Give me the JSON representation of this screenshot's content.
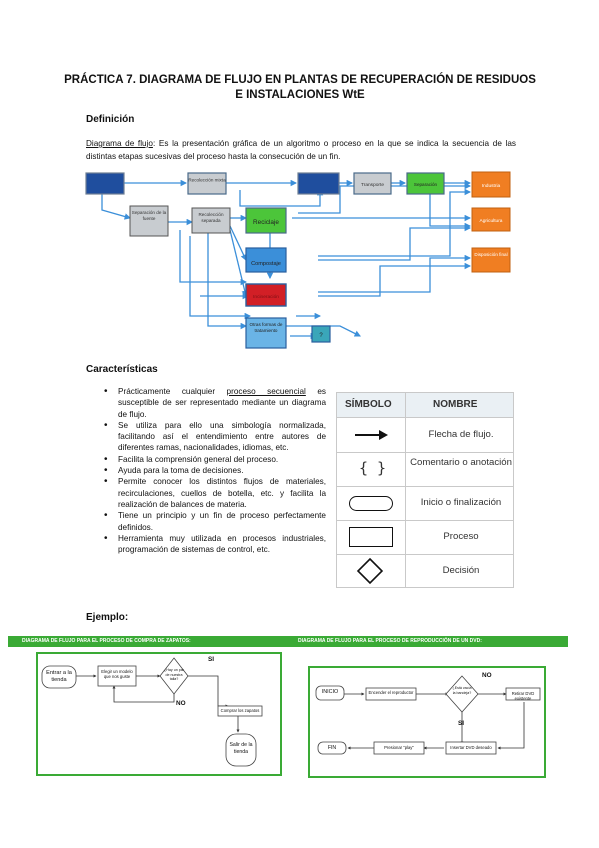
{
  "title": "PRÁCTICA 7. DIAGRAMA DE FLUJO EN PLANTAS DE RECUPERACIÓN DE RESIDUOS E INSTALACIONES WtE",
  "definicion": {
    "heading": "Definición",
    "term": "Diagrama de flujo",
    "text": ": Es la presentación gráfica de un algoritmo o proceso en la que se indica la secuencia de las distintas etapas sucesivas del proceso hasta la consecución de un fin."
  },
  "diagram": {
    "recoleccion_mixta": "Recolección mixta",
    "transporte": "Transporte",
    "separacion": "Separación",
    "industria": "Industria",
    "separacion_fuente": "Separación de la fuente",
    "recoleccion_separada": "Recolección separada",
    "reciclaje": "Reciclaje",
    "agricultura": "Agricultura",
    "compostaje": "Compostaje",
    "disposicion_final": "Disposición final",
    "incineracion": "Incineración",
    "otras_formas": "Otras formas de tratamiento",
    "question": "?",
    "colors": {
      "blue": "#1f4e9e",
      "gray": "#c8ccd0",
      "green": "#4cc53a",
      "orange": "#f07e22",
      "red": "#d21f26",
      "cyan": "#6ab4e6"
    }
  },
  "caracteristicas": {
    "heading": "Características",
    "items": [
      {
        "pre": "Prácticamente cualquier ",
        "link": "proceso secuencial",
        "post": " es susceptible de ser representado mediante un diagrama de flujo."
      },
      {
        "pre": "Se utiliza para ello una simbología normalizada, facilitando así el entendimiento entre autores de diferentes ramas, nacionalidades, idiomas, etc.",
        "link": "",
        "post": ""
      },
      {
        "pre": "Facilita la comprensión general del proceso.",
        "link": "",
        "post": ""
      },
      {
        "pre": "Ayuda para la toma de decisiones.",
        "link": "",
        "post": ""
      },
      {
        "pre": "Permite conocer los distintos flujos de materiales, recirculaciones, cuellos de botella, etc. y facilita la realización de balances de materia.",
        "link": "",
        "post": ""
      },
      {
        "pre": "Tiene un principio y un fin de proceso perfectamente definidos.",
        "link": "",
        "post": ""
      },
      {
        "pre": "Herramienta muy utilizada en procesos industriales, programación de sistemas de control, etc.",
        "link": "",
        "post": ""
      }
    ]
  },
  "symbols": {
    "col_symbol": "SÍMBOLO",
    "col_name": "NOMBRE",
    "rows": [
      {
        "name": "Flecha de flujo.",
        "icon": "arrow-icon"
      },
      {
        "name": "Comentario o anotación",
        "icon": "braces-icon"
      },
      {
        "name": "Inicio o finalización",
        "icon": "rounded-rect-icon"
      },
      {
        "name": "Proceso",
        "icon": "rect-icon"
      },
      {
        "name": "Decisión",
        "icon": "diamond-icon"
      }
    ]
  },
  "ejemplo": {
    "heading": "Ejemplo:",
    "ex1": {
      "banner": "DIAGRAMA DE FLUJO PARA EL PROCESO DE COMPRA DE ZAPATOS:",
      "start": "Entrar a la tienda",
      "choose": "Elegir un modelo que nos guste",
      "decision": "¿Hay un par de nuestra talla?",
      "si": "SI",
      "no": "NO",
      "buy": "Comprar los zapatos",
      "end": "Salir de la tienda"
    },
    "ex2": {
      "banner": "DIAGRAMA DE FLUJO PARA EL PROCESO DE REPRODUCCIÓN DE UN DVD:",
      "start": "INICIO",
      "power": "Encender el reproductor",
      "decision": "¿Está vacía la bandeja?",
      "no": "NO",
      "si": "SI",
      "remove": "Retirar DVD existente",
      "insert": "Insertar DVD deseado",
      "play": "Presionar \"play\"",
      "end": "FIN"
    }
  }
}
